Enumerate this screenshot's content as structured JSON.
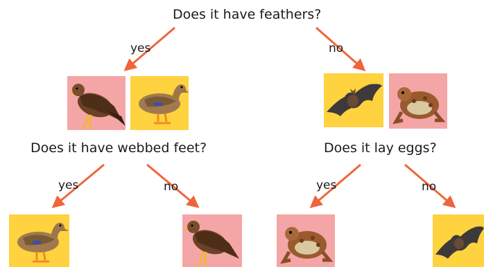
{
  "root": {
    "question": "Does it have feathers?",
    "yes_label": "yes",
    "no_label": "no"
  },
  "left_branch": {
    "question": "Does it have webbed feet?",
    "yes_label": "yes",
    "no_label": "no"
  },
  "right_branch": {
    "question": "Does it lay eggs?",
    "yes_label": "yes",
    "no_label": "no"
  },
  "tile_colors": {
    "pink": "#f4a6a6",
    "yellow": "#ffd23f",
    "arrow": "#f0643c"
  },
  "animals": {
    "level1": [
      "eagle-icon",
      "duck-icon",
      "bat-icon",
      "toad-icon"
    ],
    "level2": [
      "duck-icon",
      "eagle-icon",
      "toad-icon",
      "bat-icon"
    ]
  }
}
